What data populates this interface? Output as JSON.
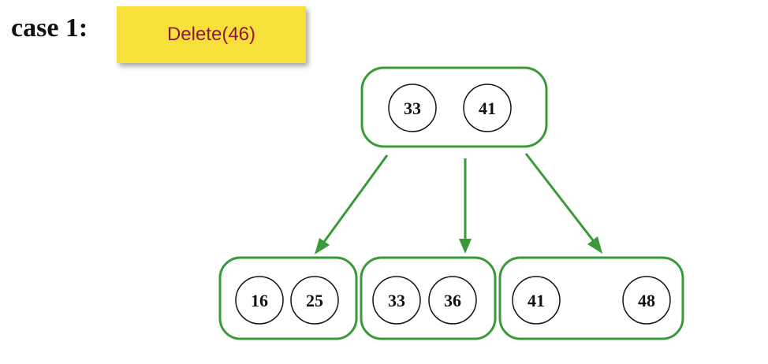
{
  "header": {
    "case_label": "case 1:",
    "operation": "Delete(46)"
  },
  "colors": {
    "badge_bg": "#f8e03a",
    "badge_text": "#8b1a3c",
    "node_border": "#3a9a3a",
    "edge": "#3a9a3a"
  },
  "tree": {
    "root": {
      "keys": [
        "33",
        "41"
      ]
    },
    "children": [
      {
        "keys": [
          "16",
          "25"
        ]
      },
      {
        "keys": [
          "33",
          "36"
        ]
      },
      {
        "keys": [
          "41",
          "48"
        ]
      }
    ]
  }
}
